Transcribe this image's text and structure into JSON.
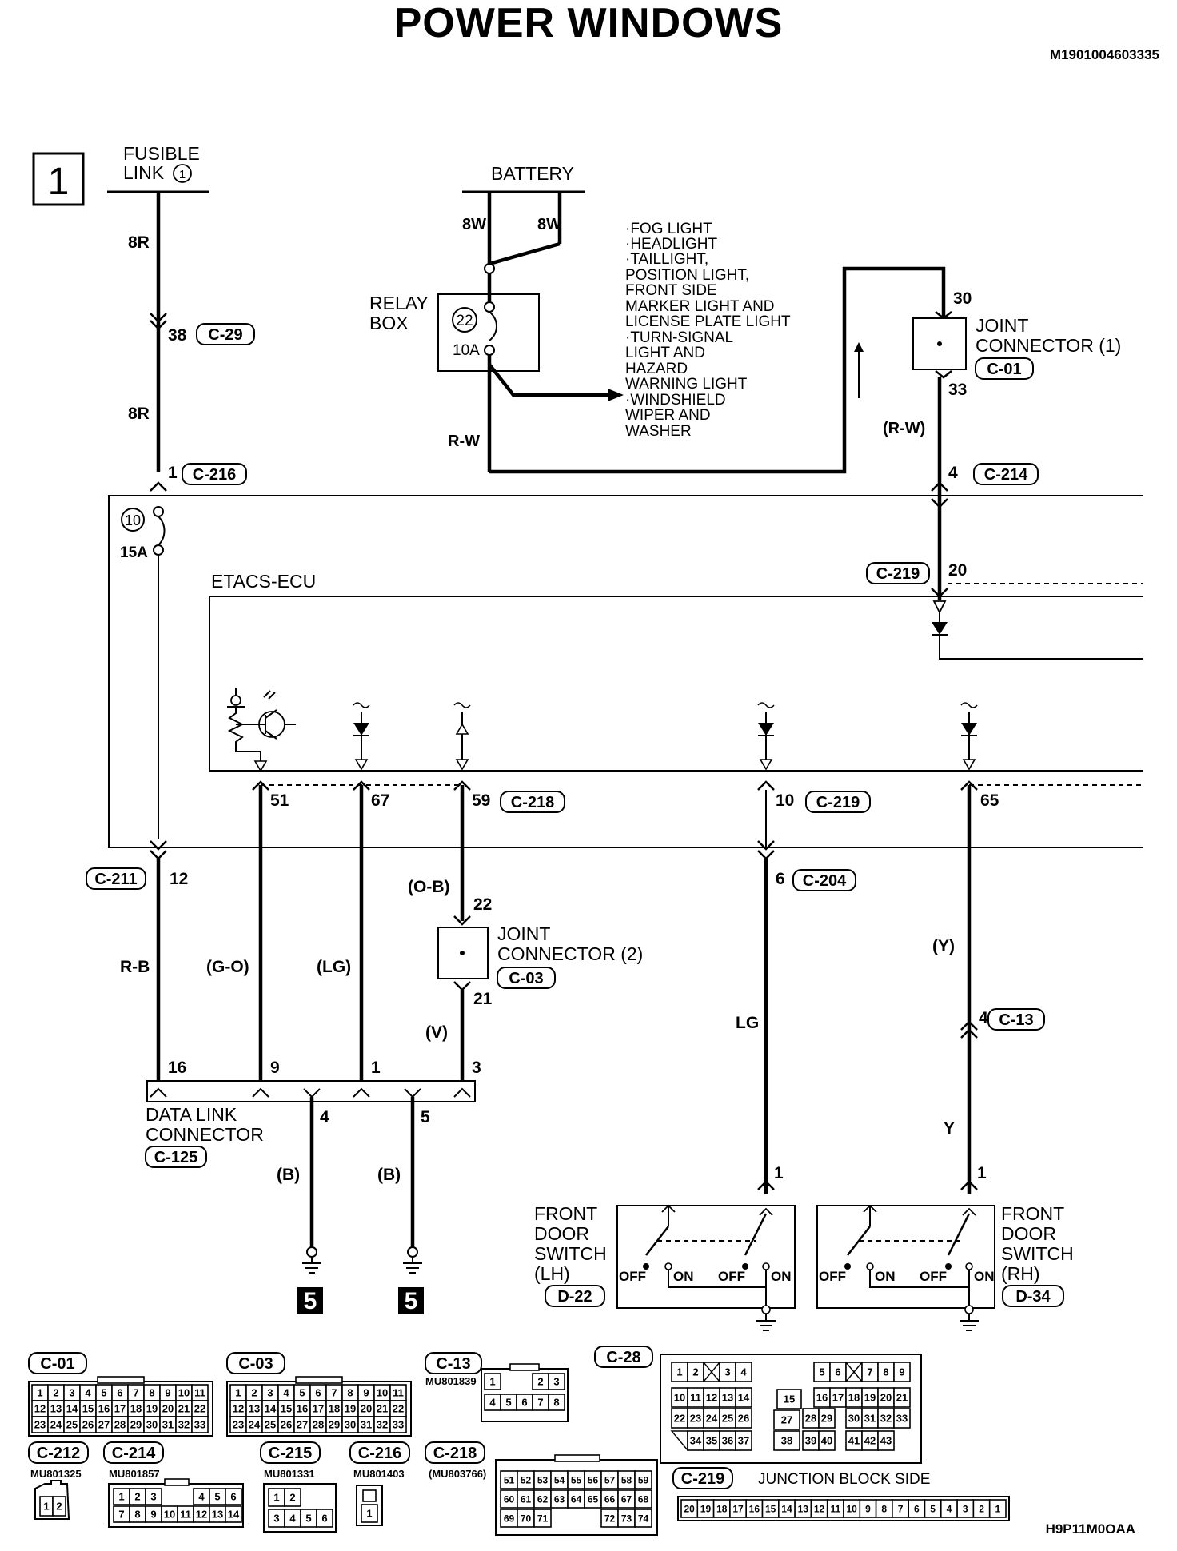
{
  "page": {
    "title": "POWER WINDOWS",
    "doc_id": "M1901004603335",
    "sheet_no": "1",
    "footer_code": "H9P11M0OAA"
  },
  "sources": {
    "fusible_link": [
      "FUSIBLE",
      "LINK"
    ],
    "fusible_link_no": "1",
    "battery": "BATTERY",
    "relay_box": [
      "RELAY",
      "BOX"
    ],
    "relay_fuse_no": "22",
    "relay_fuse_rating": "10A",
    "battery_wires": [
      "8W",
      "8W"
    ],
    "relay_out_wire": "R-W",
    "loads": [
      "·FOG LIGHT",
      "·HEADLIGHT",
      "·TAILLIGHT,",
      " POSITION LIGHT,",
      " FRONT SIDE",
      " MARKER LIGHT AND",
      " LICENSE PLATE LIGHT",
      "·TURN-SIGNAL",
      " LIGHT AND",
      " HAZARD",
      " WARNING LIGHT",
      "·WINDSHIELD",
      " WIPER AND",
      " WASHER"
    ]
  },
  "joint1": {
    "label": [
      "JOINT",
      "CONNECTOR (1)"
    ],
    "tag": "C-01",
    "pin_top": "30",
    "pin_bottom": "33",
    "wire": "(R-W)"
  },
  "left_feed": {
    "wire_top": "8R",
    "pin_38": "38",
    "tag_29": "C-29",
    "wire_mid": "8R",
    "pin_1": "1",
    "tag_216": "C-216",
    "fuse_no": "10",
    "fuse_rating": "15A"
  },
  "top_right": {
    "pin_4": "4",
    "tag_214": "C-214",
    "tag_219": "C-219",
    "pin_20": "20"
  },
  "ecu": {
    "label": "ETACS-ECU"
  },
  "ecu_pins": {
    "p51": "51",
    "p67": "67",
    "p59": "59",
    "tag_218": "C-218",
    "p10": "10",
    "tag_219b": "C-219",
    "p65": "65"
  },
  "lower": {
    "tag_211": "C-211",
    "pin_12": "12",
    "wire_rb": "R-B",
    "wire_go": "(G-O)",
    "wire_lg_p": "(LG)",
    "wire_ob": "(O-B)",
    "pin_22": "22",
    "joint2": [
      "JOINT",
      "CONNECTOR (2)"
    ],
    "tag_c03": "C-03",
    "pin_21": "21",
    "wire_v": "(V)",
    "pin_6": "6",
    "tag_204": "C-204",
    "wire_lg": "LG",
    "wire_y_p": "(Y)",
    "pin_4": "4",
    "tag_c13": "C-13",
    "wire_y": "Y"
  },
  "dlc": {
    "label": [
      "DATA LINK",
      "CONNECTOR"
    ],
    "tag": "C-125",
    "pins": [
      "16",
      "9",
      "1",
      "3",
      "4",
      "5"
    ],
    "wire_b1": "(B)",
    "wire_b2": "(B)",
    "ground_ref": [
      "5",
      "5"
    ]
  },
  "switches": {
    "lh": {
      "label": [
        "FRONT",
        "DOOR",
        "SWITCH",
        "(LH)"
      ],
      "tag": "D-22",
      "pin": "1"
    },
    "rh": {
      "label": [
        "FRONT",
        "DOOR",
        "SWITCH",
        "(RH)"
      ],
      "tag": "D-34",
      "pin": "1"
    },
    "off": "OFF",
    "on": "ON"
  },
  "connectors": {
    "c01": {
      "tag": "C-01",
      "rows": [
        [
          "1",
          "2",
          "3",
          "4",
          "5",
          "6",
          "7",
          "8",
          "9",
          "10",
          "11"
        ],
        [
          "12",
          "13",
          "14",
          "15",
          "16",
          "17",
          "18",
          "19",
          "20",
          "21",
          "22"
        ],
        [
          "23",
          "24",
          "25",
          "26",
          "27",
          "28",
          "29",
          "30",
          "31",
          "32",
          "33"
        ]
      ]
    },
    "c03": {
      "tag": "C-03",
      "rows": [
        [
          "1",
          "2",
          "3",
          "4",
          "5",
          "6",
          "7",
          "8",
          "9",
          "10",
          "11"
        ],
        [
          "12",
          "13",
          "14",
          "15",
          "16",
          "17",
          "18",
          "19",
          "20",
          "21",
          "22"
        ],
        [
          "23",
          "24",
          "25",
          "26",
          "27",
          "28",
          "29",
          "30",
          "31",
          "32",
          "33"
        ]
      ]
    },
    "c13": {
      "tag": "C-13",
      "part": "MU801839",
      "rows": [
        [
          "1",
          "2",
          "3"
        ],
        [
          "4",
          "5",
          "6",
          "7",
          "8"
        ]
      ]
    },
    "c28": {
      "tag": "C-28"
    },
    "c28_cells": [
      "1",
      "2",
      "3",
      "4",
      "5",
      "6",
      "7",
      "8",
      "9",
      "10",
      "11",
      "12",
      "13",
      "14",
      "15",
      "16",
      "17",
      "18",
      "19",
      "20",
      "21",
      "22",
      "23",
      "24",
      "25",
      "26",
      "27",
      "28",
      "29",
      "30",
      "31",
      "32",
      "33",
      "34",
      "35",
      "36",
      "37",
      "38",
      "39",
      "40",
      "41",
      "42",
      "43"
    ],
    "c212": {
      "tag": "C-212",
      "part": "MU801325",
      "cells": [
        "1",
        "2"
      ]
    },
    "c214": {
      "tag": "C-214",
      "part": "MU801857",
      "rows": [
        [
          "1",
          "2",
          "3",
          "4",
          "5",
          "6"
        ],
        [
          "7",
          "8",
          "9",
          "10",
          "11",
          "12",
          "13",
          "14"
        ]
      ]
    },
    "c215": {
      "tag": "C-215",
      "part": "MU801331",
      "rows": [
        [
          "1",
          "2"
        ],
        [
          "3",
          "4",
          "5",
          "6"
        ]
      ]
    },
    "c216": {
      "tag": "C-216",
      "part": "MU801403",
      "cells": [
        "1"
      ]
    },
    "c218": {
      "tag": "C-218",
      "part": "(MU803766)",
      "rows": [
        [
          "51",
          "52",
          "53",
          "54",
          "55",
          "56",
          "57",
          "58",
          "59"
        ],
        [
          "60",
          "61",
          "62",
          "63",
          "64",
          "65",
          "66",
          "67",
          "68"
        ],
        [
          "69",
          "70",
          "71",
          "72",
          "73",
          "74"
        ]
      ]
    },
    "c219": {
      "tag": "C-219",
      "label": "JUNCTION BLOCK SIDE",
      "cells": [
        "20",
        "19",
        "18",
        "17",
        "16",
        "15",
        "14",
        "13",
        "12",
        "11",
        "10",
        "9",
        "8",
        "7",
        "6",
        "5",
        "4",
        "3",
        "2",
        "1"
      ]
    }
  }
}
